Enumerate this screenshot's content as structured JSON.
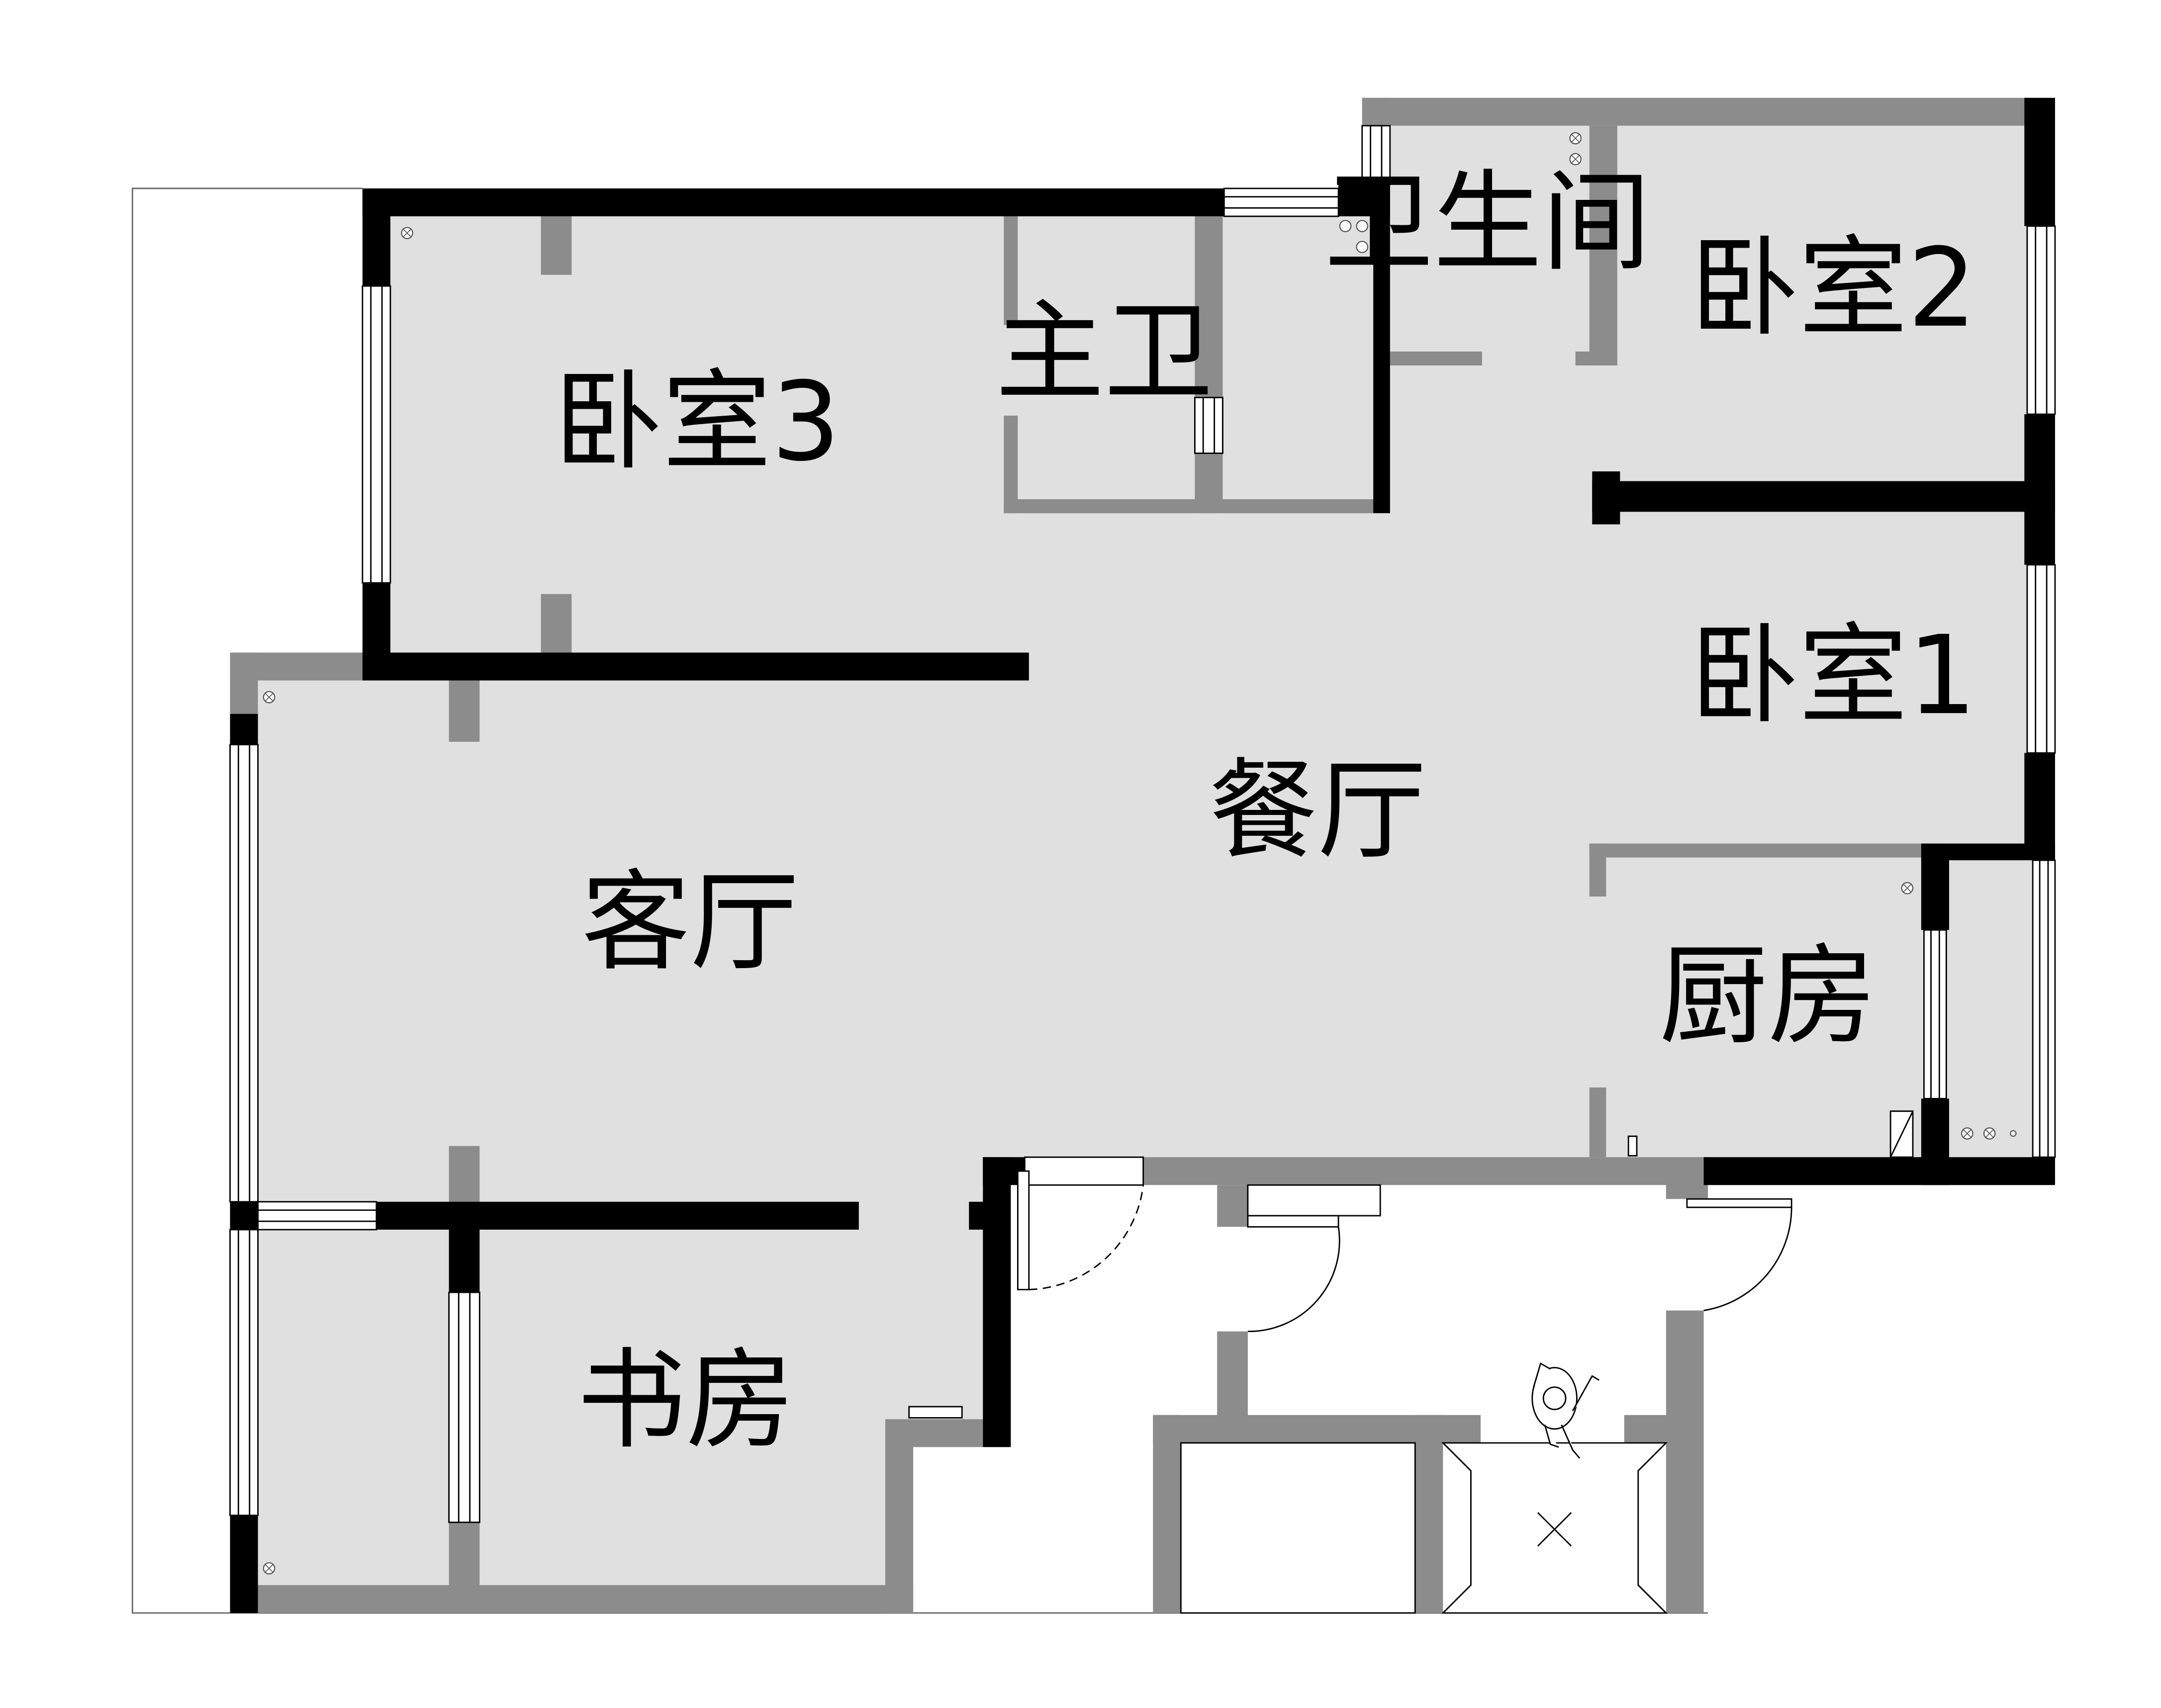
{
  "rooms": {
    "bedroom3": "卧室3",
    "master_bath": "主卫",
    "bathroom": "卫生间",
    "bedroom2": "卧室2",
    "bedroom1": "卧室1",
    "dining": "餐厅",
    "living": "客厅",
    "kitchen": "厨房",
    "study": "书房"
  },
  "colors": {
    "floor": "#e0e0e0",
    "wall_structural": "#000000",
    "wall_partition": "#8c8c8c",
    "background": "#ffffff"
  }
}
